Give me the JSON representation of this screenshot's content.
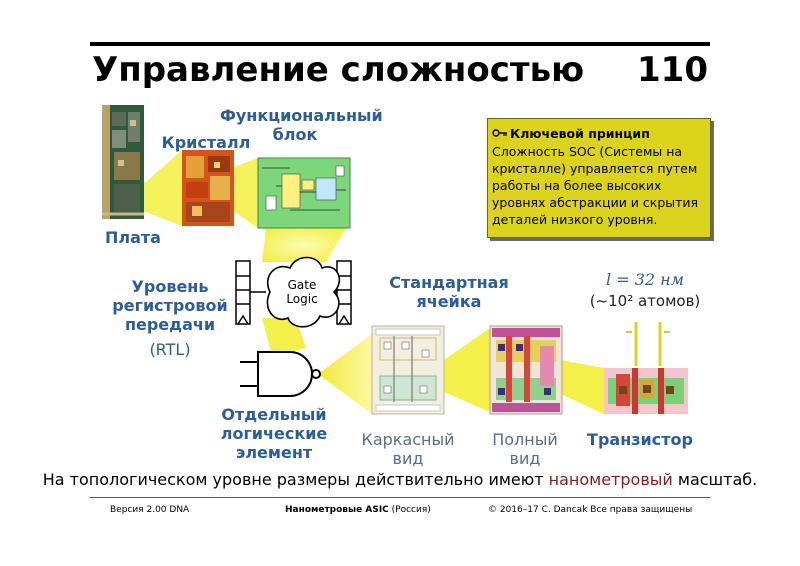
{
  "slide": {
    "title": "Управление сложностью",
    "number": "110"
  },
  "labels": {
    "functional_block": "Функциональный блок",
    "crystal": "Кристалл",
    "board": "Плата",
    "rtl_level": "Уровень регистровой передачи",
    "rtl_abbr": "(RTL)",
    "gate_logic": "Gate Logic",
    "standard_cell": "Стандартная ячейка",
    "length": "l = 32 нм",
    "atoms": "(~10² атомов)",
    "separate_gates": "Отдельный логические элемент",
    "wireframe_view": "Каркасный вид",
    "full_view": "Полный вид",
    "transistor": "Транзистор"
  },
  "key_principle": {
    "title": "Ключевой принцип",
    "icon": "key-icon",
    "body": "Сложность SOC (Системы на кристалле)  управляется путем работы на более высоких уровнях абстракции и скрытия деталей низкого уровня."
  },
  "bottom_statement": {
    "before": "На топологическом уровне размеры действительно имеют ",
    "highlight": "нанометровый",
    "after": " масштаб."
  },
  "footer": {
    "version": "Версия 2.00 DNA",
    "course": "Нанометровые ASIC",
    "course_suffix": " (Россия)",
    "copyright": "© 2016–17 C. Dancak  Все права защищены"
  },
  "colors": {
    "label_blue": "#2b5d9a",
    "key_box": "#dcd31c",
    "beam": "#f3f04a",
    "highlight_red": "#8b1a1a"
  }
}
